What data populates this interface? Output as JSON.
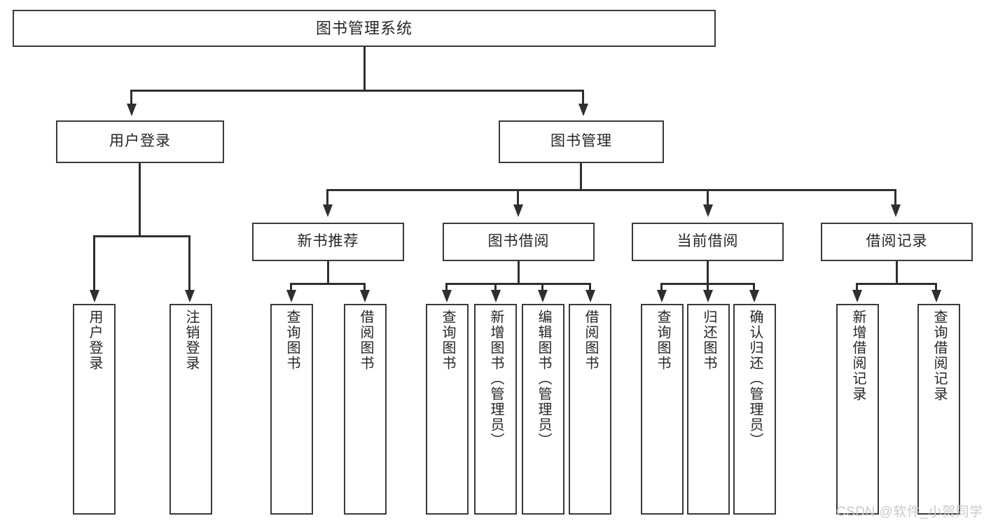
{
  "diagram": {
    "title": "图书管理系统",
    "watermark": "CSDN @软件_小贺同学",
    "colors": {
      "background": "#ffffff",
      "box_border": "#3a3a3a",
      "connector": "#2f2f2f",
      "text": "#262626",
      "watermark": "#c9c9c9"
    },
    "root": {
      "label": "图书管理系统"
    },
    "level1": [
      {
        "label": "用户登录"
      },
      {
        "label": "图书管理"
      }
    ],
    "level2": [
      {
        "label": "新书推荐"
      },
      {
        "label": "图书借阅"
      },
      {
        "label": "当前借阅"
      },
      {
        "label": "借阅记录"
      }
    ],
    "leaves": {
      "user_login": [
        {
          "label": "用户登录"
        },
        {
          "label": "注销登录"
        }
      ],
      "new_book_recommend": [
        {
          "label": "查询图书"
        },
        {
          "label": "借阅图书"
        }
      ],
      "book_borrow": [
        {
          "label": "查询图书"
        },
        {
          "label": "新增图书（管理员）"
        },
        {
          "label": "编辑图书（管理员）"
        },
        {
          "label": "借阅图书"
        }
      ],
      "current_borrow": [
        {
          "label": "查询图书"
        },
        {
          "label": "归还图书"
        },
        {
          "label": "确认归还（管理员）"
        }
      ],
      "borrow_record": [
        {
          "label": "新增借阅记录"
        },
        {
          "label": "查询借阅记录"
        }
      ]
    }
  }
}
